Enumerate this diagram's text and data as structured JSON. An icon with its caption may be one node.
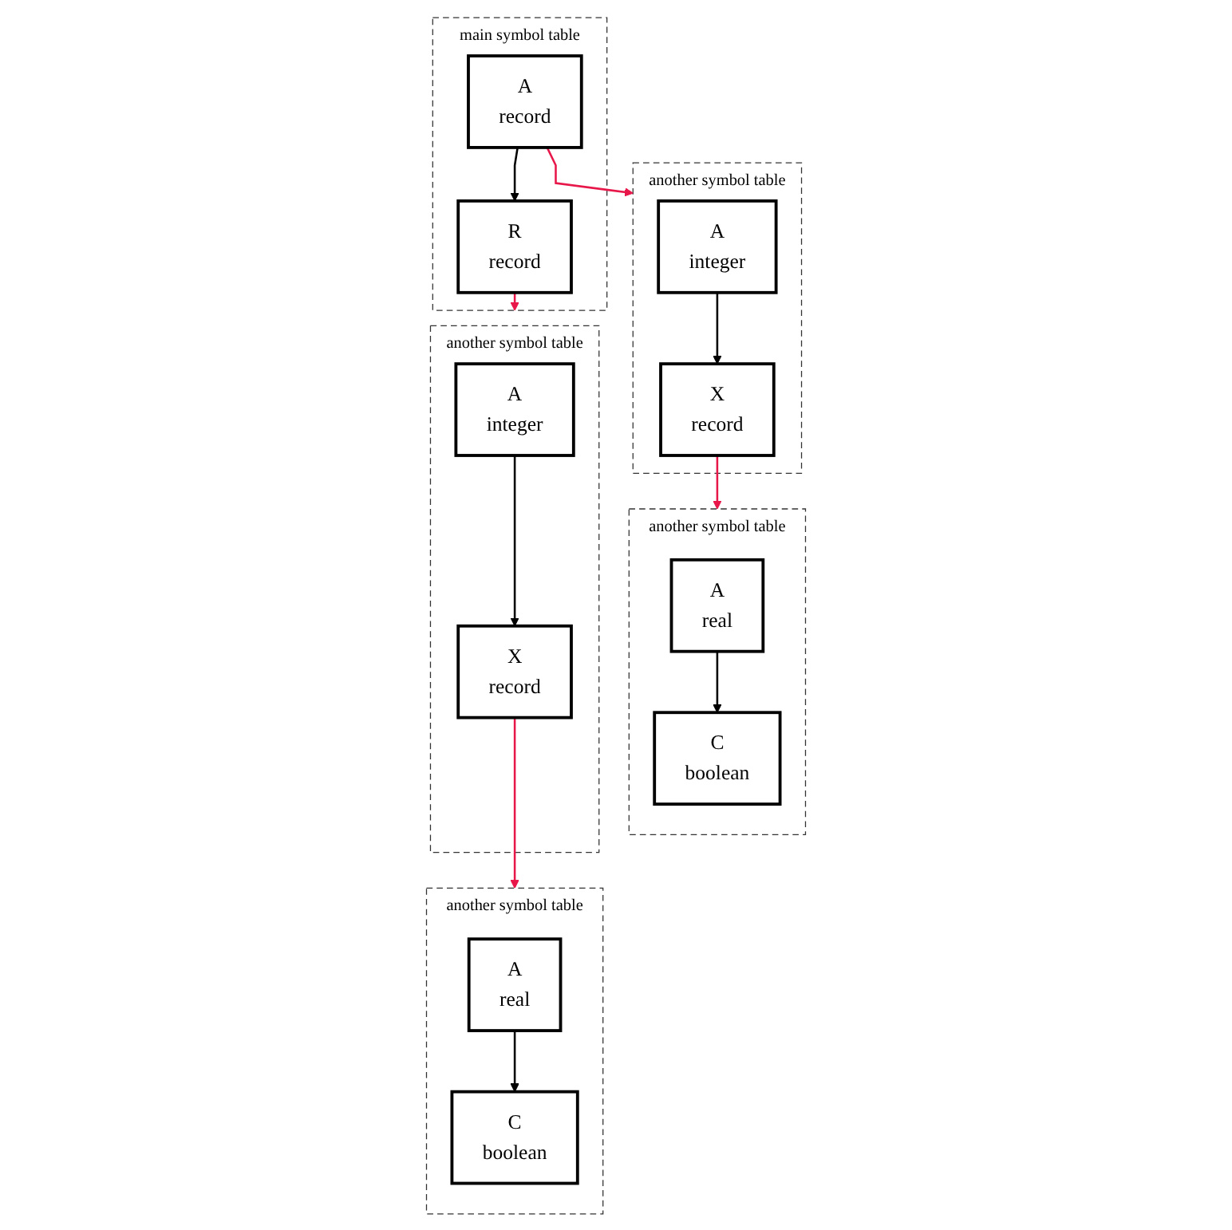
{
  "diagram": {
    "nodes": [
      {
        "text": [
          "main symbol table"
        ]
      },
      {
        "text": [
          "A",
          "record"
        ],
        "in": 0
      },
      {
        "text": [
          "R",
          "record"
        ],
        "in": 0
      },
      {
        "text": [
          "another symbol table"
        ]
      },
      {
        "text": [
          "A",
          "integer"
        ],
        "in": 3
      },
      {
        "text": [
          "X",
          "record"
        ],
        "in": 3
      },
      {
        "text": [
          "another symbol table"
        ]
      },
      {
        "text": [
          "A",
          "real"
        ],
        "in": 6
      },
      {
        "text": [
          "C",
          "boolean"
        ],
        "in": 6
      },
      {
        "text": [
          "another symbol table"
        ]
      },
      {
        "text": [
          "A",
          "integer"
        ],
        "in": 9
      },
      {
        "text": [
          "X",
          "record"
        ],
        "in": 9
      },
      {
        "text": [
          "another symbol table"
        ]
      },
      {
        "text": [
          "A",
          "real"
        ],
        "in": 12
      },
      {
        "text": [
          "C",
          "boolean"
        ],
        "in": 12
      }
    ],
    "edges": [
      {
        "from": 1,
        "to": 2,
        "arrow": "to"
      },
      {
        "from": 1,
        "to": 3,
        "arrow": "to",
        "color": "#e8174a"
      },
      {
        "from": 2,
        "to": 9,
        "arrow": "to",
        "color": "#e8174a"
      },
      {
        "from": 4,
        "to": 5,
        "arrow": "to"
      },
      {
        "from": 5,
        "to": 6,
        "arrow": "to",
        "color": "#e8174a"
      },
      {
        "from": 7,
        "to": 8,
        "arrow": "to"
      },
      {
        "from": 10,
        "to": 11,
        "arrow": "to"
      },
      {
        "from": 11,
        "to": 12,
        "arrow": "to",
        "color": "#e8174a"
      },
      {
        "from": 13,
        "to": 14,
        "arrow": "to"
      }
    ]
  }
}
